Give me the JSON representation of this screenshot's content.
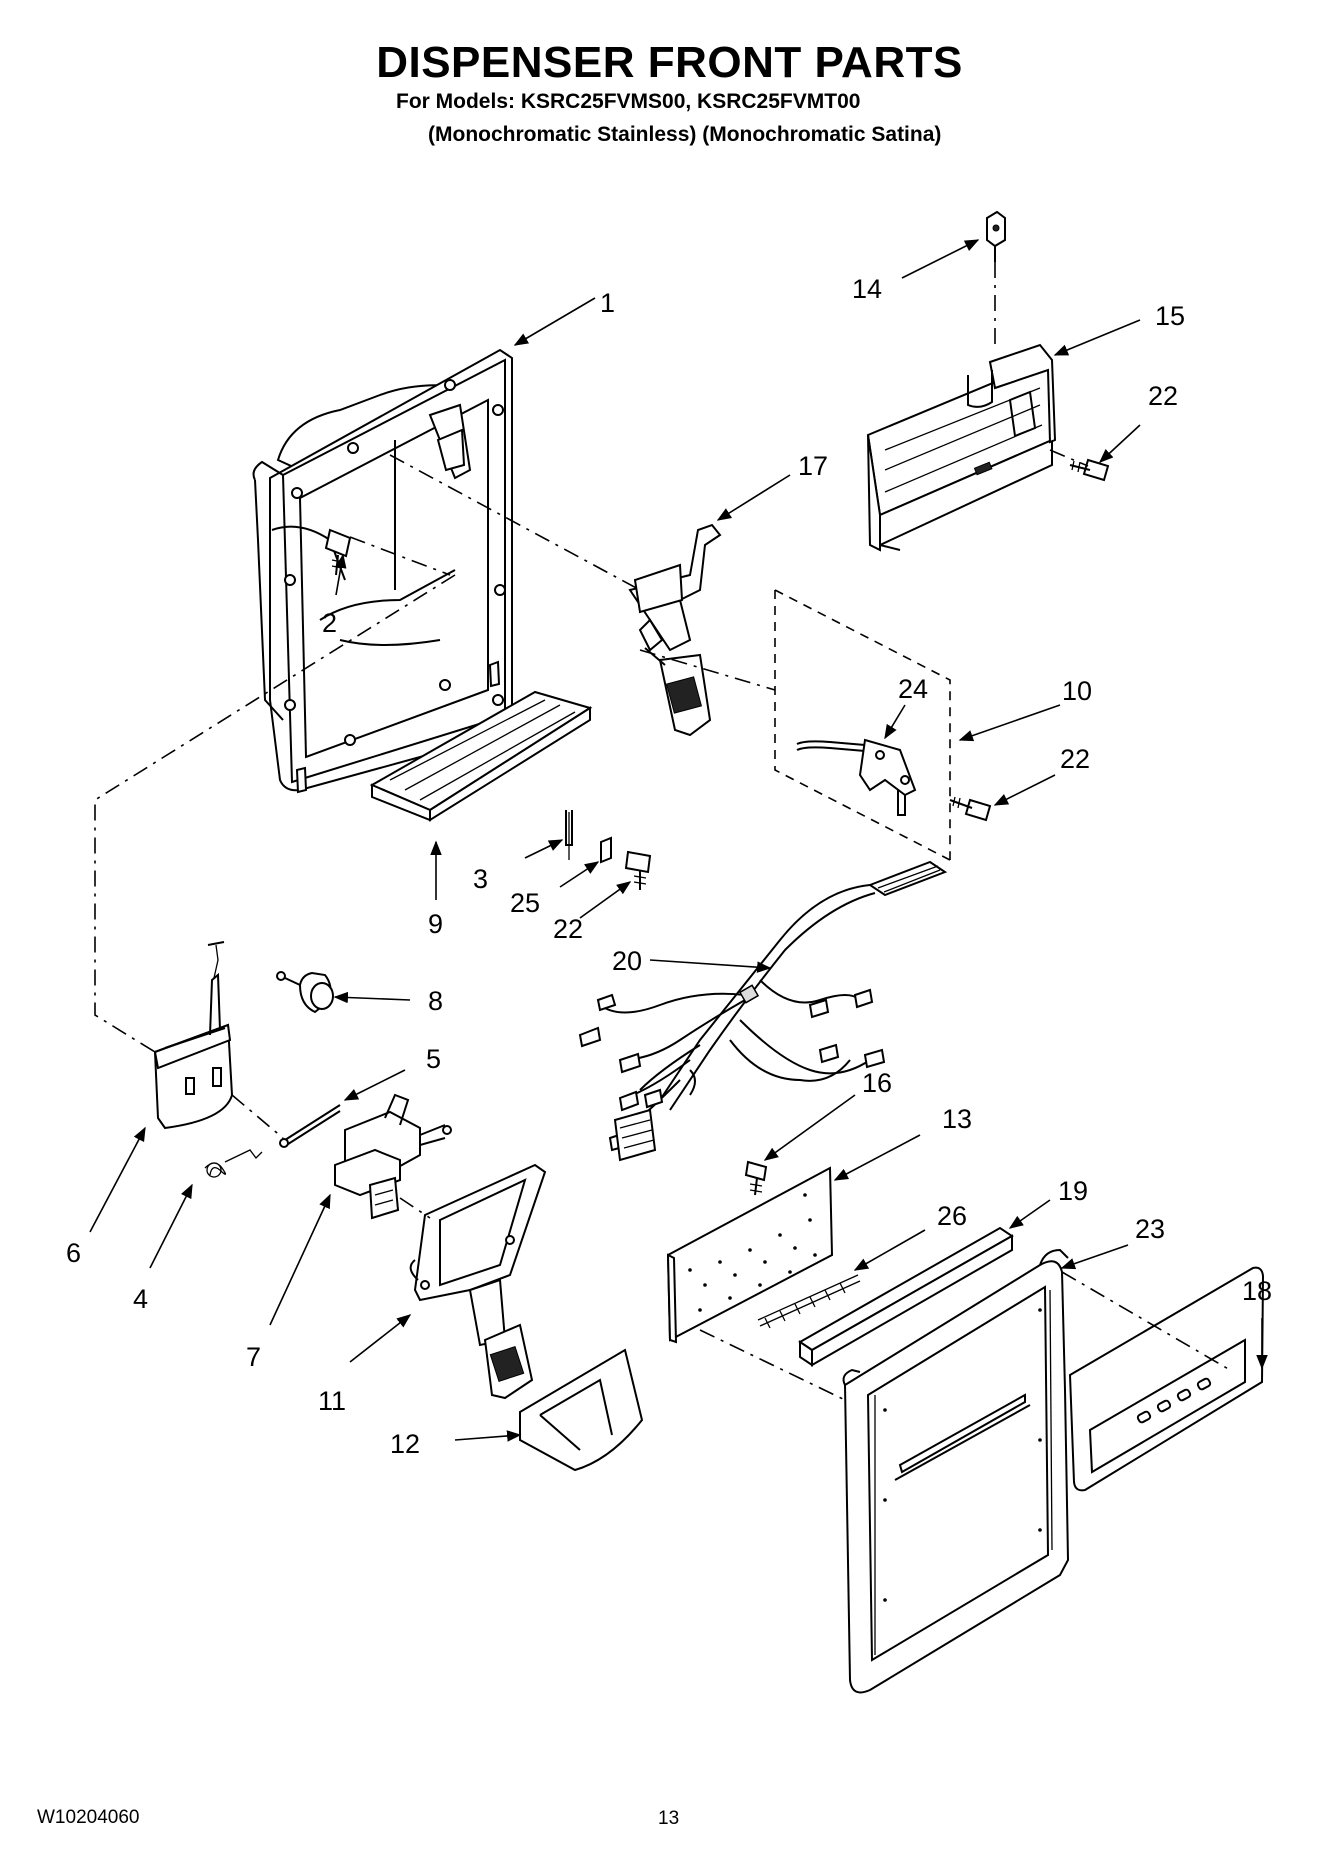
{
  "header": {
    "title": "DISPENSER FRONT PARTS",
    "models_line": "For Models: KSRC25FVMS00, KSRC25FVMT00",
    "variants_line": "(Monochromatic Stainless) (Monochromatic Satina)"
  },
  "callouts": [
    "1",
    "2",
    "3",
    "4",
    "5",
    "6",
    "7",
    "8",
    "9",
    "10",
    "11",
    "12",
    "13",
    "14",
    "15",
    "16",
    "17",
    "18",
    "19",
    "20",
    "22",
    "22",
    "22",
    "22",
    "23",
    "24",
    "25",
    "26"
  ],
  "footer": {
    "doc_number": "W10204060",
    "page_number": "13"
  }
}
